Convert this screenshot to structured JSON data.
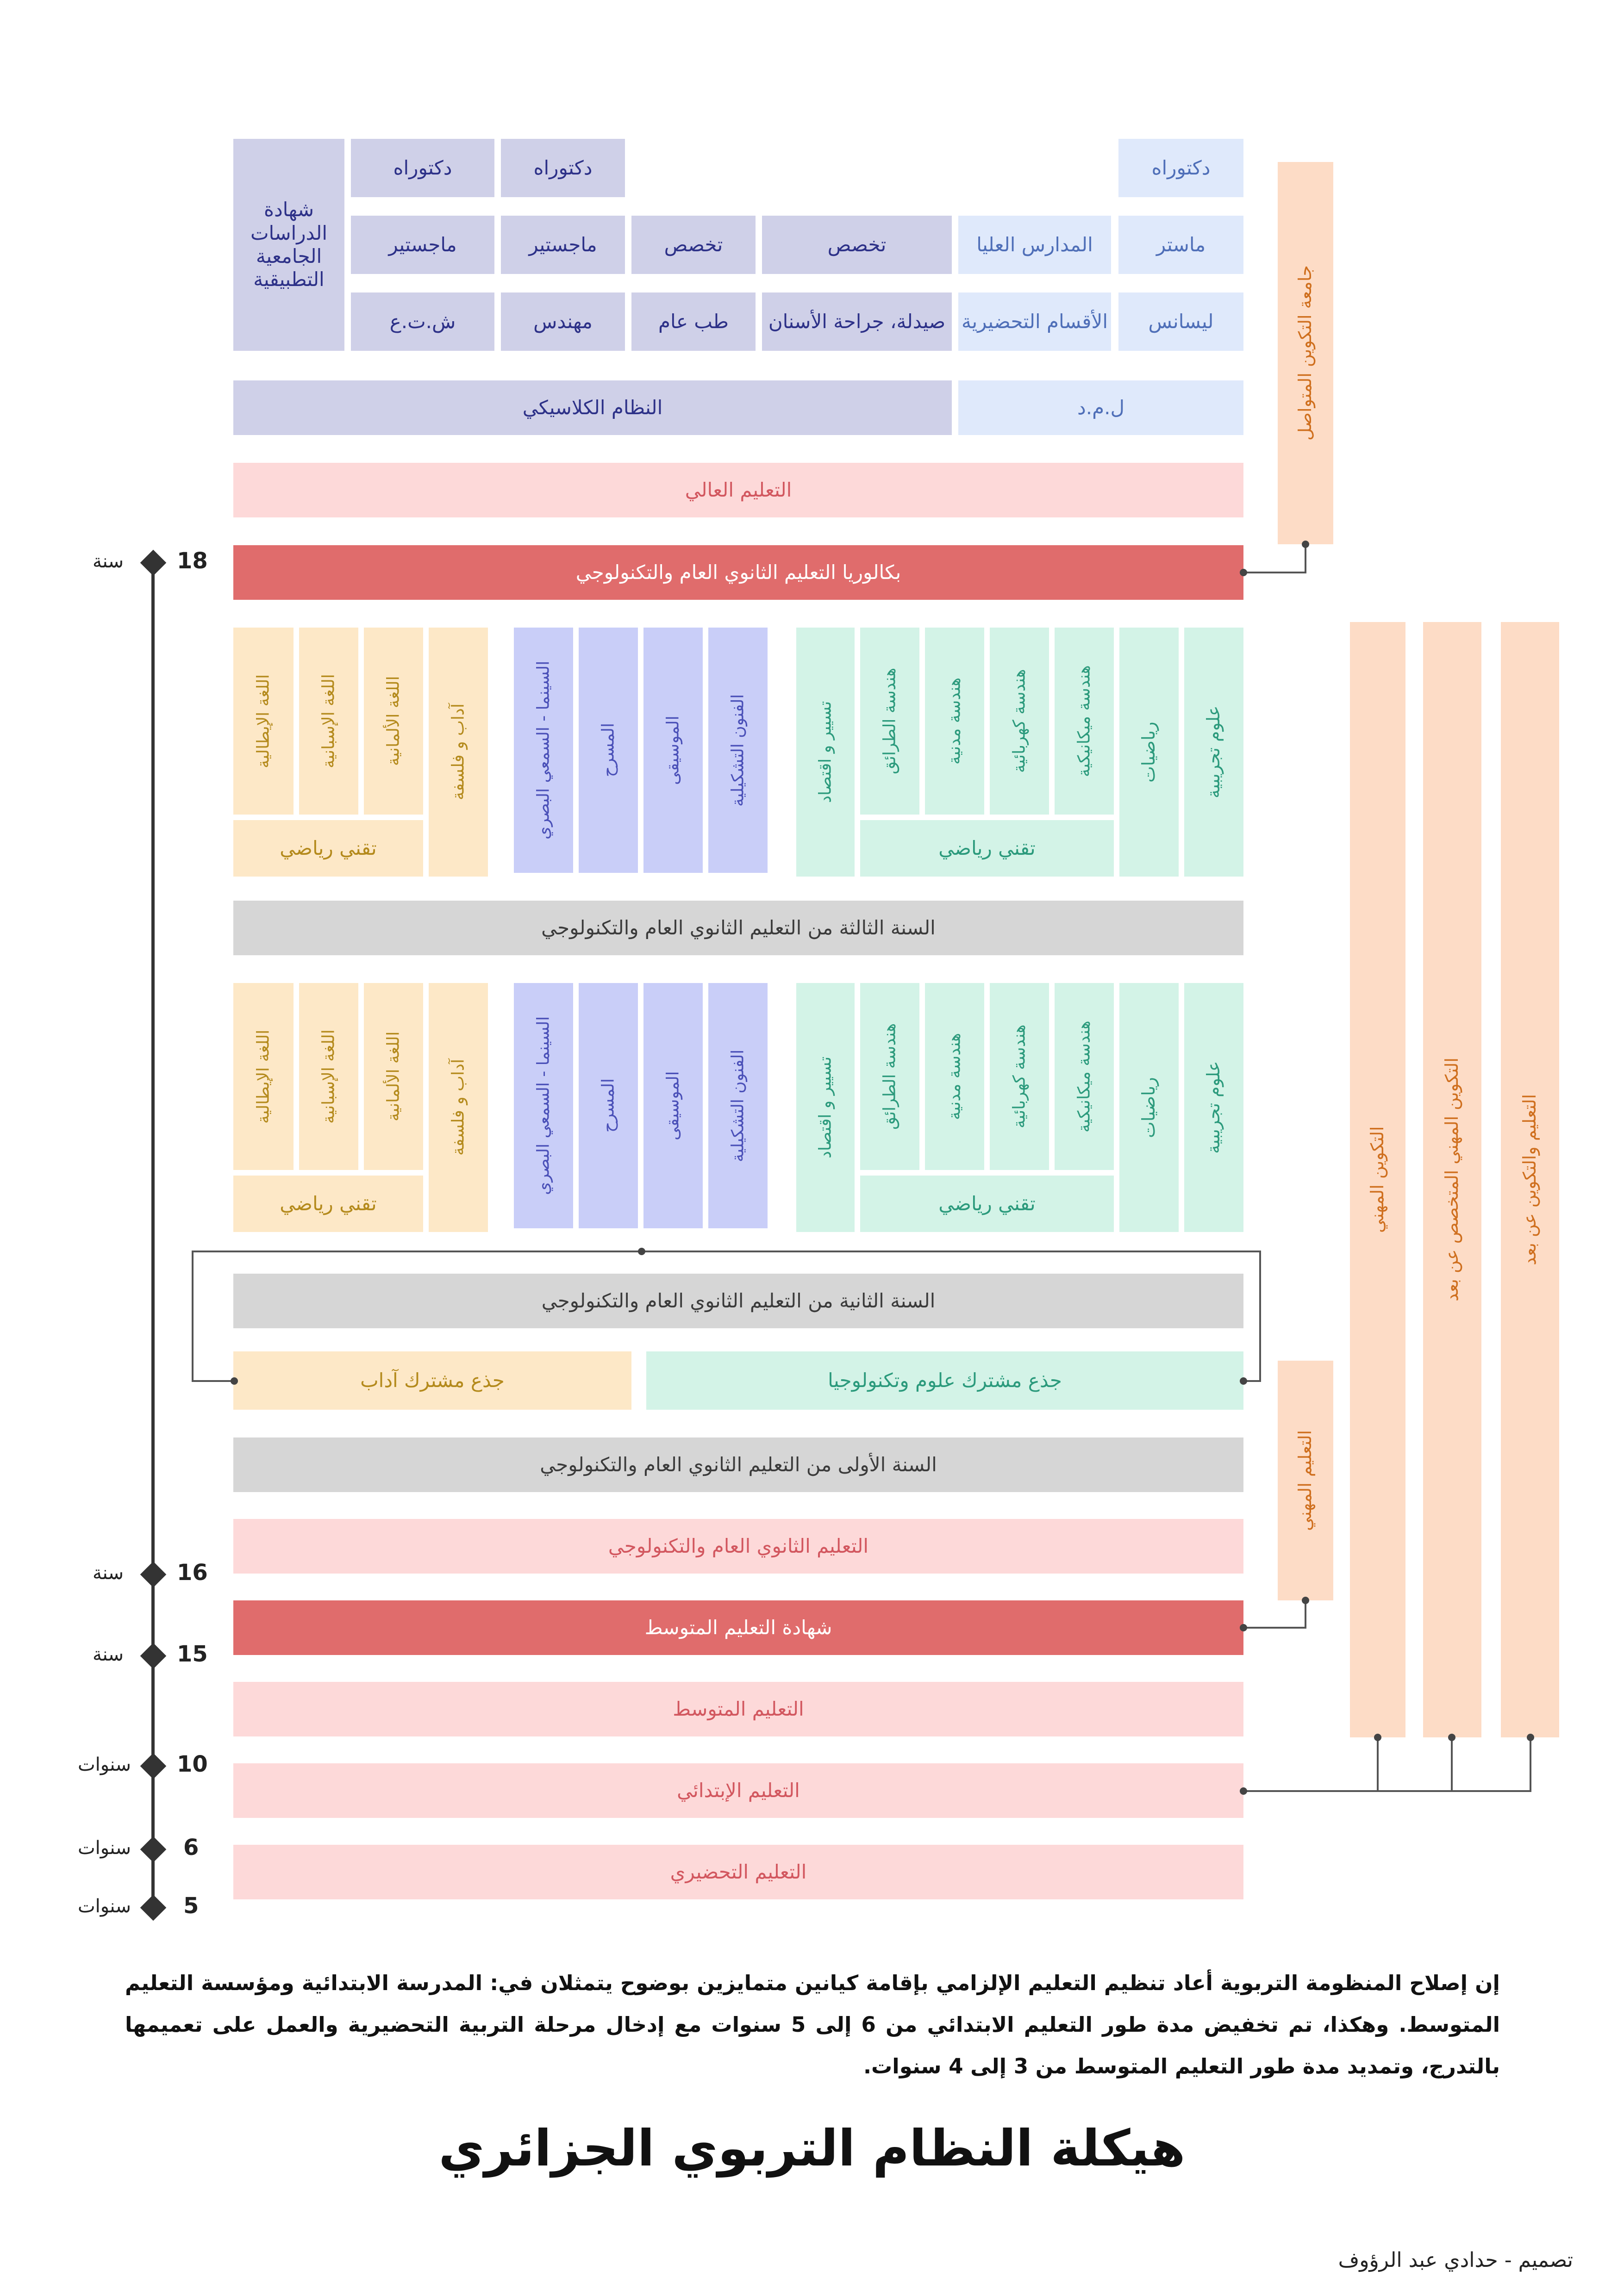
{
  "university": {
    "doctorate_b": "دكتوراه",
    "master_b": "ماستر",
    "grandes_ecoles": "المدارس العليا",
    "licence": "ليسانس",
    "prep_classes": "الأقسام التحضيرية",
    "lmd": "ل.م.د",
    "specialty_1": "تخصص",
    "specialty_2": "تخصص",
    "pharmacy_dentistry": "صيدلة، جراحة الأسنان",
    "general_medicine": "طب عام",
    "engineer": "مهندس",
    "magister": "ماجستير",
    "doctorate_2": "دكتوراه",
    "doctorate_3": "دكتوراه",
    "magister_2": "ماجستير",
    "dues": "ش.ت.ع",
    "applied_diploma": "شهادة الدراسات الجامعية التطبيقية",
    "classical_system": "النظام الكلاسيكي",
    "higher_education": "التعليم العالي",
    "open_university": "جامعة التكوين المتواصل"
  },
  "baccalaureate": "بكالوريا التعليم الثانوي العام والتكنولوجي",
  "streams": {
    "experimental_sciences": "علوم تجريبية",
    "mathematics": "رياضيات",
    "elec_eng": "هندسة كهربائية",
    "mech_eng": "هندسة ميكانيكية",
    "civil_eng": "هندسة مدنية",
    "process_eng": "هندسة الطرائق",
    "technical_math": "تقني رياضي",
    "management_economics": "تسيير و اقتصاد",
    "arts_plastic": "الفنون التشكيلية",
    "music": "الموسيقى",
    "theatre": "المسرح",
    "cinema": "السينما - السمعي البصري",
    "philosophy": "آداب و فلسفة",
    "german": "اللغة الألمانية",
    "spanish": "اللغة الإسبانية",
    "italian": "اللغة الإيطالية",
    "technical_math_2": "تقني رياضي"
  },
  "years": {
    "third": "السنة الثالثة من التعليم الثانوي العام والتكنولوجي",
    "second": "السنة الثانية من التعليم الثانوي العام والتكنولوجي",
    "first": "السنة الأولى من التعليم الثانوي العام والتكنولوجي"
  },
  "common_trunks": {
    "sciences": "جذع مشترك علوم وتكنولوجيا",
    "letters": "جذع مشترك آداب"
  },
  "levels": {
    "secondary": "التعليم الثانوي العام والتكنولوجي",
    "bem": "شهادة التعليم المتوسط",
    "middle": "التعليم المتوسط",
    "primary": "التعليم الإبتدائي",
    "preschool": "التعليم التحضيري"
  },
  "side_tracks": {
    "vocational_training": "التكوين المهني",
    "professional_education": "التعليم المهني",
    "specialized": "التكوين المهني المتخصص عن بعد",
    "remote": "التعليم والتكوين عن بعد"
  },
  "ages": [
    {
      "value": "18",
      "unit": "سنة"
    },
    {
      "value": "16",
      "unit": "سنة"
    },
    {
      "value": "15",
      "unit": "سنة"
    },
    {
      "value": "10",
      "unit": "سنوات"
    },
    {
      "value": "6",
      "unit": "سنوات"
    },
    {
      "value": "5",
      "unit": "سنوات"
    }
  ],
  "description": "إن إصلاح المنظومة التربوية أعاد تنظيم التعليم الإلزامي بإقامة كيانين متمايزين بوضوح يتمثلان في: المدرسة الابتدائية ومؤسسة التعليم المتوسط. وهكذا، تم تخفيض مدة طور التعليم الابتدائي من 6 إلى 5 سنوات مع إدخال مرحلة التربية التحضيرية والعمل على تعميمها بالتدرج، وتمديد مدة طور التعليم المتوسط من 3 إلى 4 سنوات.",
  "title": "هيكلة النظام التربوي الجزائري",
  "credit": "تصميم - حدادي عبد الرؤوف"
}
